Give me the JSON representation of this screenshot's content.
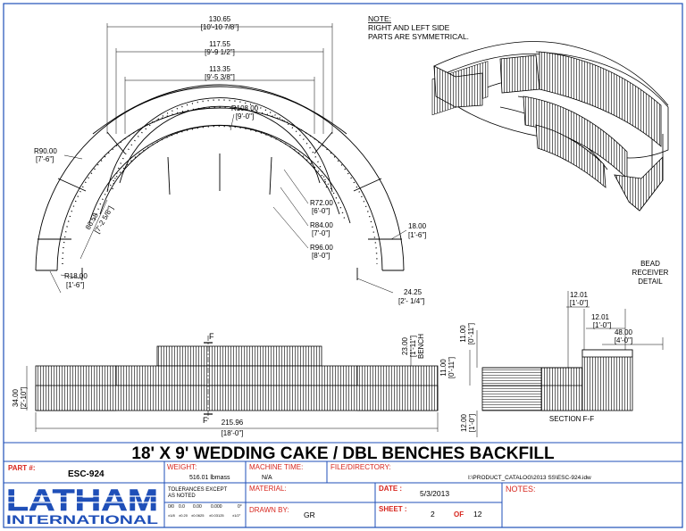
{
  "drawing": {
    "title": "18' X 9' WEDDING CAKE / DBL BENCHES BACKFILL",
    "note_heading": "NOTE:",
    "note_lines": [
      "RIGHT AND LEFT SIDE",
      "PARTS ARE SYMMETRICAL."
    ],
    "detail_label": [
      "BEAD",
      "RECEIVER",
      "DETAIL"
    ],
    "section_label": "SECTION F-F",
    "section_markers": [
      "F",
      "F"
    ],
    "bench_label": "BENCH",
    "plan_dims": [
      {
        "value": "130.65",
        "imperial": "[10'-10 7/8\"]"
      },
      {
        "value": "117.55",
        "imperial": "[9'-9 1/2\"]"
      },
      {
        "value": "113.35",
        "imperial": "[9'-5 3/8\"]"
      },
      {
        "value": "R108.00",
        "imperial": "[9'-0\"]"
      },
      {
        "value": "R90.00",
        "imperial": "[7'-6\"]"
      },
      {
        "value": "86.58",
        "imperial": "[7'-2 5/8\"]"
      },
      {
        "value": "R72.00",
        "imperial": "[6'-0\"]"
      },
      {
        "value": "R84.00",
        "imperial": "[7'-0\"]"
      },
      {
        "value": "R96.00",
        "imperial": "[8'-0\"]"
      },
      {
        "value": "18.00",
        "imperial": "[1'-6\"]"
      },
      {
        "value": "R18.00",
        "imperial": "[1'-6\"]"
      },
      {
        "value": "24.25",
        "imperial": "[2'- 1/4\"]"
      }
    ],
    "elev_dims": [
      {
        "value": "34.00",
        "imperial": "[2'-10\"]"
      },
      {
        "value": "23.00",
        "imperial": "[1'-11\"]"
      },
      {
        "value": "215.96",
        "imperial": "[18'-0\"]"
      }
    ],
    "section_dims": [
      {
        "value": "12.01",
        "imperial": "[1'-0\"]"
      },
      {
        "value": "12.01",
        "imperial": "[1'-0\"]"
      },
      {
        "value": "48.00",
        "imperial": "[4'-0\"]"
      },
      {
        "value": "11.00",
        "imperial": "[0'-11\"]"
      },
      {
        "value": "11.00",
        "imperial": "[0'-11\"]"
      },
      {
        "value": "12.00",
        "imperial": "[1'-0\"]"
      }
    ]
  },
  "titleblock": {
    "part_label": "PART #:",
    "part_value": "ESC-924",
    "weight_label": "WEIGHT:",
    "weight_value": "516.01 lbmass",
    "machine_label": "MACHINE TIME:",
    "machine_value": "N/A",
    "file_label": "FILE/DIRECTORY:",
    "file_value": "I:\\PRODUCT_CATALOG\\2013 SS\\ESC-924.idw",
    "tol_label": [
      "TOLERANCES EXCEPT",
      "AS NOTED"
    ],
    "tol_row1": [
      "0/0",
      "0.0",
      "0.00",
      "0.000",
      "0°"
    ],
    "tol_row2": [
      "±1/8",
      "±0.20",
      "±0.0625",
      "±0.03125",
      "±1/2°"
    ],
    "material_label": "MATERIAL:",
    "date_label": "DATE :",
    "date_value": "5/3/2013",
    "notes_label": "NOTES:",
    "drawn_label": "DRAWN BY:",
    "drawn_value": "GR",
    "sheet_label": "SHEET :",
    "sheet_value": "2",
    "of_label": "OF",
    "of_value": "12",
    "logo_top": "LATHAM",
    "logo_bottom": "INTERNATIONAL",
    "colors": {
      "blue": "#1f4fb8",
      "red": "#d7261e"
    }
  }
}
